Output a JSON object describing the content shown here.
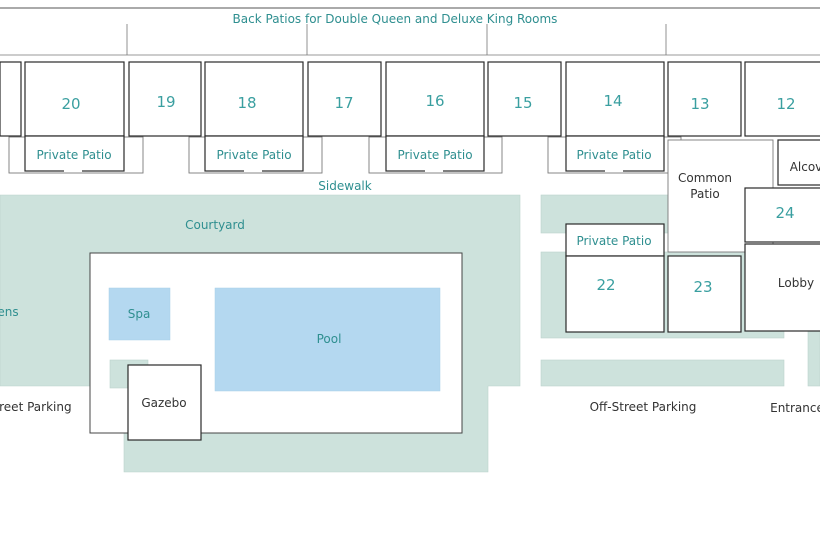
{
  "title": "Back Patios for Double Queen and Deluxe King Rooms",
  "rooms": [
    "20",
    "19",
    "18",
    "17",
    "16",
    "15",
    "14",
    "13",
    "12",
    "24",
    "22",
    "23"
  ],
  "areas": {
    "private_patio": "Private Patio",
    "sidewalk": "Sidewalk",
    "courtyard": "Courtyard",
    "spa": "Spa",
    "pool": "Pool",
    "gazebo": "Gazebo",
    "gardens_fragment": "ens",
    "street_parking_fragment": "treet Parking",
    "off_street_parking": "Off-Street Parking",
    "entrance_fragment": "Entrance",
    "common_patio_line1": "Common",
    "common_patio_line2": "Patio",
    "alcove_fragment": "Alcov",
    "lobby": "Lobby"
  },
  "colors": {
    "green": "#cde2dc",
    "water": "#b4d8f0",
    "label_teal": "#3a9fa0"
  }
}
